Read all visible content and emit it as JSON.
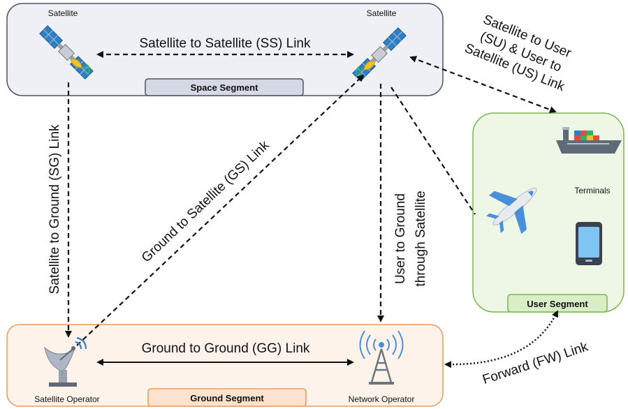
{
  "segments": {
    "space": {
      "label": "Space Segment",
      "fill": "#eef0f6",
      "border": "#4a5566",
      "badge_fill": "#d5d9e3"
    },
    "ground": {
      "label": "Ground Segment",
      "fill": "#fdf3ea",
      "border": "#ec9a5a",
      "badge_fill": "#fbe3cf"
    },
    "user": {
      "label": "User Segment",
      "fill": "#eef7e5",
      "border": "#7ab648",
      "badge_fill": "#d9edc6"
    }
  },
  "nodes": {
    "satellite_left": "Satellite",
    "satellite_right": "Satellite",
    "satellite_operator": "Satellite Operator",
    "network_operator": "Network Operator",
    "terminals": "Terminals"
  },
  "links": {
    "ss": "Satellite to Satellite (SS) Link",
    "sg": "Satellite to Ground (SG) Link",
    "gs": "Ground to Satellite (GS) Link",
    "ug_line1": "User to Ground",
    "ug_line2": "through Satellite",
    "su_line1": "Satellite to User",
    "su_line2": "(SU) & User to",
    "su_line3": "Satellite (US) Link",
    "gg": "Ground to Ground (GG) Link",
    "fw": "Forward (FW) Link"
  },
  "icons": [
    "satellite-icon",
    "satellite-dish-icon",
    "cell-tower-icon",
    "cargo-ship-icon",
    "airplane-icon",
    "smartphone-icon"
  ],
  "colors": {
    "satellite_panel": "#2f7fc1",
    "dish": "#f2c12e",
    "signal": "#2fb36b",
    "tower_signal": "#4a90d9"
  }
}
